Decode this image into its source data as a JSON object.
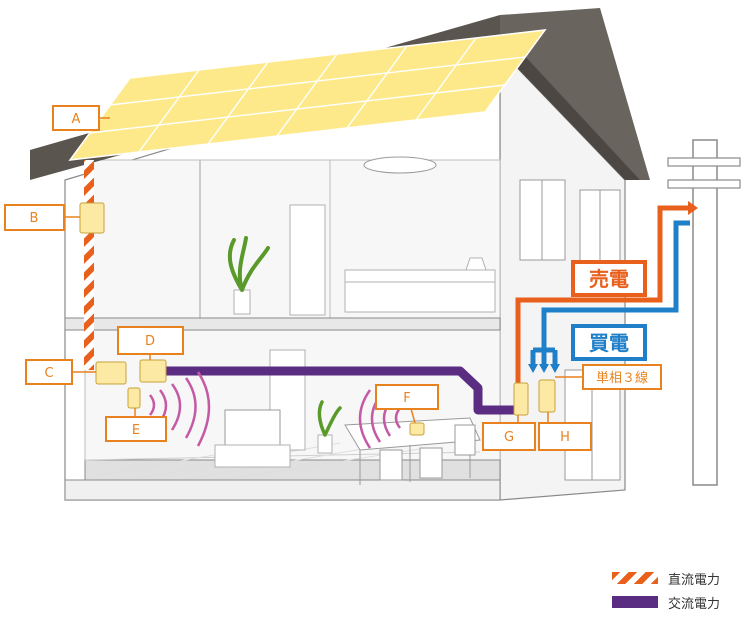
{
  "labels": {
    "A": "A",
    "B": "B",
    "C": "C",
    "D": "D",
    "E": "E",
    "F": "F",
    "G": "G",
    "H": "H"
  },
  "sell_label": "売電",
  "buy_label": "買電",
  "single_phase_label": "単相３線",
  "legend": {
    "dc": "直流電力",
    "ac": "交流電力"
  },
  "colors": {
    "dc": "#e8601c",
    "ac": "#5a2c82",
    "buy": "#1f7fc8",
    "label_border": "#e8821e",
    "panel": "#fde98a",
    "roof": "#5b5550"
  }
}
